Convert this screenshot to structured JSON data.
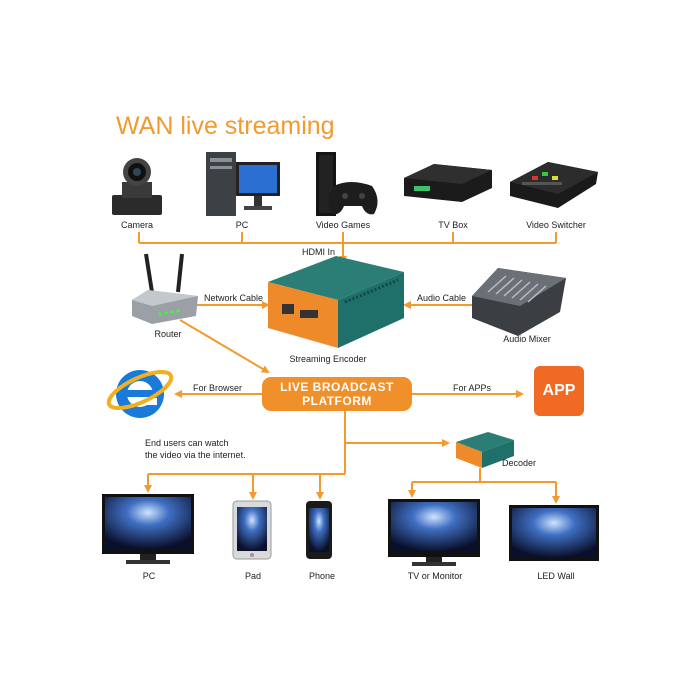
{
  "title": "WAN live streaming",
  "sources": {
    "camera": "Camera",
    "pc": "PC",
    "video_games": "Video Games",
    "tv_box": "TV Box",
    "video_switcher": "Video Switcher"
  },
  "connections": {
    "hdmi_in": "HDMI In",
    "network_cable": "Network Cable",
    "audio_cable": "Audio Cable",
    "for_browser": "For Browser",
    "for_apps": "For APPs"
  },
  "devices": {
    "router": "Router",
    "streaming_encoder": "Streaming Encoder",
    "audio_mixer": "Audio Mixer",
    "decoder": "Decoder"
  },
  "platform": {
    "line1": "LIVE BROADCAST",
    "line2": "PLATFORM"
  },
  "app_badge": "APP",
  "end_users_note": {
    "line1": "End users can watch",
    "line2": "the video via the internet."
  },
  "outputs": {
    "pc": "PC",
    "pad": "Pad",
    "phone": "Phone",
    "tv_or_monitor": "TV or Monitor",
    "led_wall": "LED Wall"
  },
  "colors": {
    "accent": "#f29a2e",
    "platform": "#f0902a",
    "app": "#f06a23",
    "device_orange": "#ee8a2a",
    "device_teal": "#1f6f6a"
  }
}
